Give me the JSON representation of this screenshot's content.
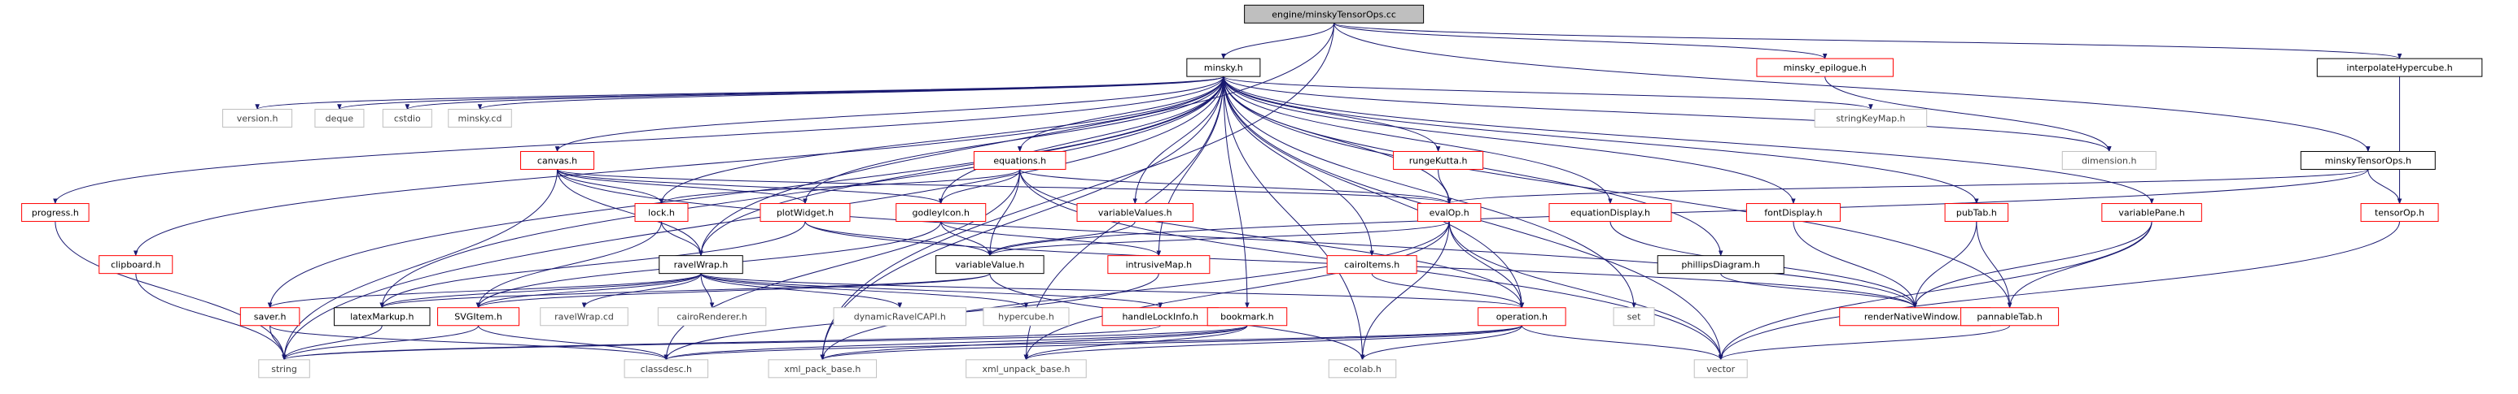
{
  "colors": {
    "edge": "#191970",
    "root_fill": "#bfbfbf",
    "link_border": "#ff0000",
    "external_border": "#bfbfbf"
  },
  "nodes": {
    "engine_minskyTensorOps_cc": "engine/minskyTensorOps.cc",
    "minsky_h": "minsky.h",
    "minsky_epilogue_h": "minsky_epilogue.h",
    "interpolateHypercube_h": "interpolateHypercube.h",
    "minskyTensorOps_h": "minskyTensorOps.h",
    "version_h": "version.h",
    "deque": "deque",
    "cstdio": "cstdio",
    "minsky_cd": "minsky.cd",
    "canvas_h": "canvas.h",
    "equations_h": "equations.h",
    "rungeKutta_h": "rungeKutta.h",
    "stringKeyMap_h": "stringKeyMap.h",
    "dimension_h": "dimension.h",
    "progress_h": "progress.h",
    "clipboard_h": "clipboard.h",
    "lock_h": "lock.h",
    "plotWidget_h": "plotWidget.h",
    "godleyIcon_h": "godleyIcon.h",
    "variableValues_h": "variableValues.h",
    "evalOp_h": "evalOp.h",
    "equationDisplay_h": "equationDisplay.h",
    "fontDisplay_h": "fontDisplay.h",
    "pubTab_h": "pubTab.h",
    "variablePane_h": "variablePane.h",
    "tensorOp_h": "tensorOp.h",
    "ravelWrap_h": "ravelWrap.h",
    "variableValue_h": "variableValue.h",
    "intrusiveMap_h": "intrusiveMap.h",
    "cairoItems_h": "cairoItems.h",
    "phillipsDiagram_h": "phillipsDiagram.h",
    "saver_h": "saver.h",
    "latexMarkup_h": "latexMarkup.h",
    "SVGItem_h": "SVGItem.h",
    "ravelWrap_cd": "ravelWrap.cd",
    "cairoRenderer_h": "cairoRenderer.h",
    "dynamicRavelCAPI_h": "dynamicRavelCAPI.h",
    "hypercube_h": "hypercube.h",
    "handleLockInfo_h": "handleLockInfo.h",
    "operation_h": "operation.h",
    "set": "set",
    "renderNativeWindow_h": "renderNativeWindow.h",
    "pannableTab_h": "pannableTab.h",
    "bookmark_h": "bookmark.h",
    "string": "string",
    "classdesc_h": "classdesc.h",
    "xml_pack_base_h": "xml_pack_base.h",
    "xml_unpack_base_h": "xml_unpack_base.h",
    "ecolab_h": "ecolab.h",
    "vector": "vector"
  }
}
